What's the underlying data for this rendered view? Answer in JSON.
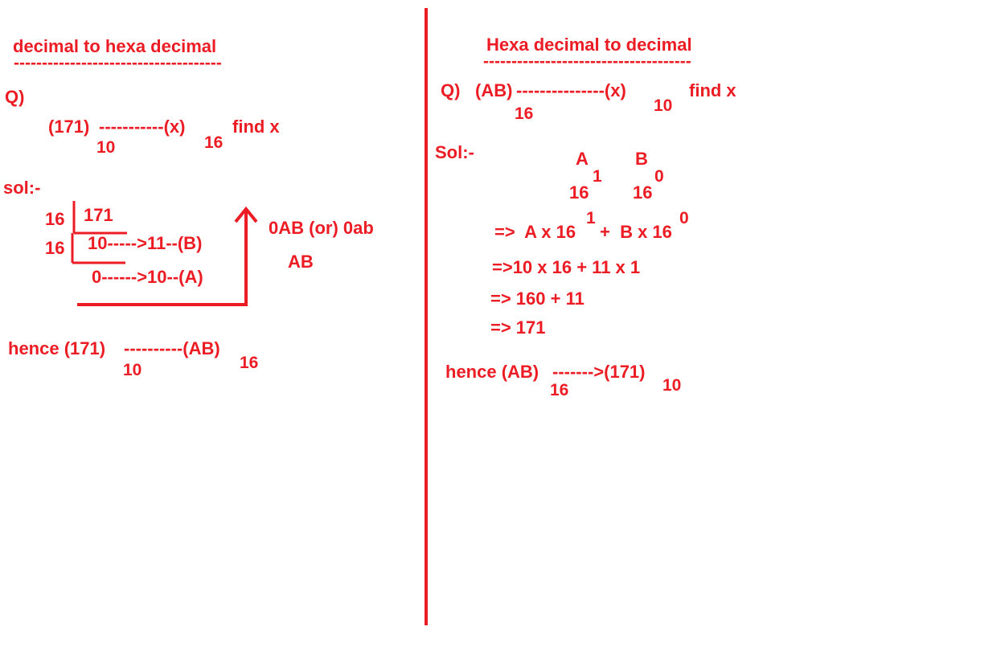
{
  "accent_color": "#ec1c24",
  "left": {
    "title": "decimal to hexa decimal",
    "underline": "-------------------------------------",
    "q_label": "Q)",
    "q_expr": "(171)",
    "q_sub1": "10",
    "q_dashes": "-----------(x)",
    "q_sub2": "16",
    "q_find": "find x",
    "sol_label": "sol:-",
    "div_row1_divisor": "16",
    "div_row1_value": "171",
    "div_row2_divisor": "16",
    "div_row2_step": "10----->11--(B)",
    "div_row3_step": "0------>10--(A)",
    "answer_a": "0AB (or) 0ab",
    "answer_b": "AB",
    "hence_text": "hence (171)",
    "hence_sub1": "10",
    "hence_dashes": "----------(AB)",
    "hence_sub2": "16"
  },
  "right": {
    "title": "Hexa decimal to decimal",
    "underline": "-------------------------------------",
    "q_label": "Q)",
    "q_expr": "(AB)",
    "q_sub1": "16",
    "q_dashes": "---------------(x)",
    "q_sub2": "10",
    "q_find": "find x",
    "sol_label": "Sol:-",
    "digit_a": "A",
    "digit_b": "B",
    "place_a_base": "16",
    "place_a_exp": "1",
    "place_b_base": "16",
    "place_b_exp": "0",
    "step1_a": "=>  A x 16",
    "step1_exp1": "1",
    "step1_b": "+  B x 16",
    "step1_exp2": "0",
    "step2": "=>10 x 16 + 11 x 1",
    "step3": "=> 160 + 11",
    "step4": "=> 171",
    "hence_text": "hence (AB)",
    "hence_sub1": "16",
    "hence_dashes": "------->(171)",
    "hence_sub2": "10"
  }
}
